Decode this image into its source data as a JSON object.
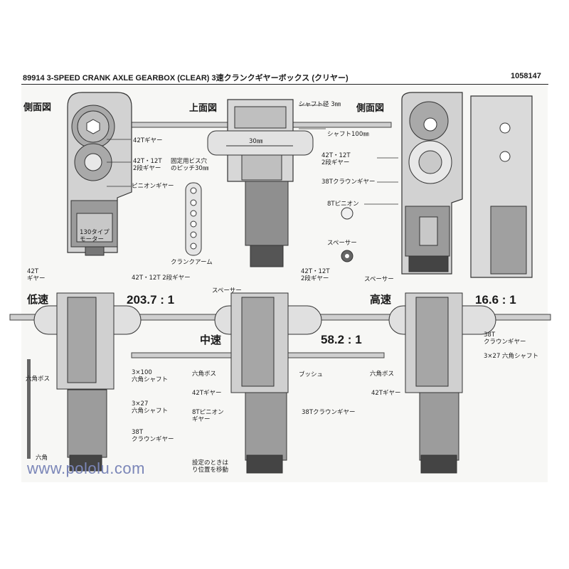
{
  "header": {
    "title": "89914  3-SPEED CRANK AXLE GEARBOX (CLEAR)  3速クランクギヤーボックス (クリヤー)",
    "code": "1058147"
  },
  "views": {
    "side_left": "側面図",
    "top": "上面図",
    "side_right": "側面図"
  },
  "labels": {
    "gear_42t": "42Tギヤー",
    "gear_42t_12t": "42T・12T\n2段ギヤー",
    "pitch_note": "固定用ビス穴\nのピッチ30㎜",
    "pinion": "ピニオンギヤー",
    "motor_130": "130タイプ\nモーター",
    "crank_arm": "クランクアーム",
    "shaft_dia": "シャフト径 3㎜",
    "dim_30": "30㎜",
    "shaft_100": "シャフト100㎜",
    "r_42t_12t": "42T・12T\n2段ギヤー",
    "crown_38t": "38Tクラウンギヤー",
    "pinion_8t": "8Tピニオン",
    "spacer": "スペーサー",
    "low_42t": "42T\nギヤー",
    "low_42t_12t": "42T・12T 2段ギヤー",
    "mid_42t_12t": "42T・12T\n2段ギヤー",
    "mid_spacer": "スペーサー",
    "high_spacer": "スペーサー",
    "hex_boss_left": "六角ボス",
    "shaft_3x100": "3×100\n六角シャフト",
    "shaft_3x27_left": "3×27\n六角シャフト",
    "crown_38t_left": "38T\nクラウンギヤー",
    "hex_boss_mid": "六角ボス",
    "gear_42t_mid": "42Tギヤー",
    "pinion_8t_mid": "8Tピニオン\nギヤー",
    "bush": "ブッシュ",
    "crown_38t_mid": "38Tクラウンギヤー",
    "crown_38t_right": "38T\nクラウンギヤー",
    "shaft_3x27_right": "3×27 六角シャフト",
    "hex_boss_right": "六角ボス",
    "gear_42t_right": "42Tギヤー",
    "footer_note": "設定のときは\nり位置を移動",
    "cut_text": "六角"
  },
  "speeds": {
    "low": {
      "name": "低速",
      "ratio": "203.7 : 1"
    },
    "mid": {
      "name": "中速",
      "ratio": "58.2 : 1"
    },
    "high": {
      "name": "高速",
      "ratio": "16.6 : 1"
    }
  },
  "watermark": "www.pololu.com",
  "colors": {
    "ink": "#1a1a1a",
    "body_grey": "#9a9a9a",
    "gear_grey": "#b5b5b5",
    "watermark": "#7b86b8"
  }
}
